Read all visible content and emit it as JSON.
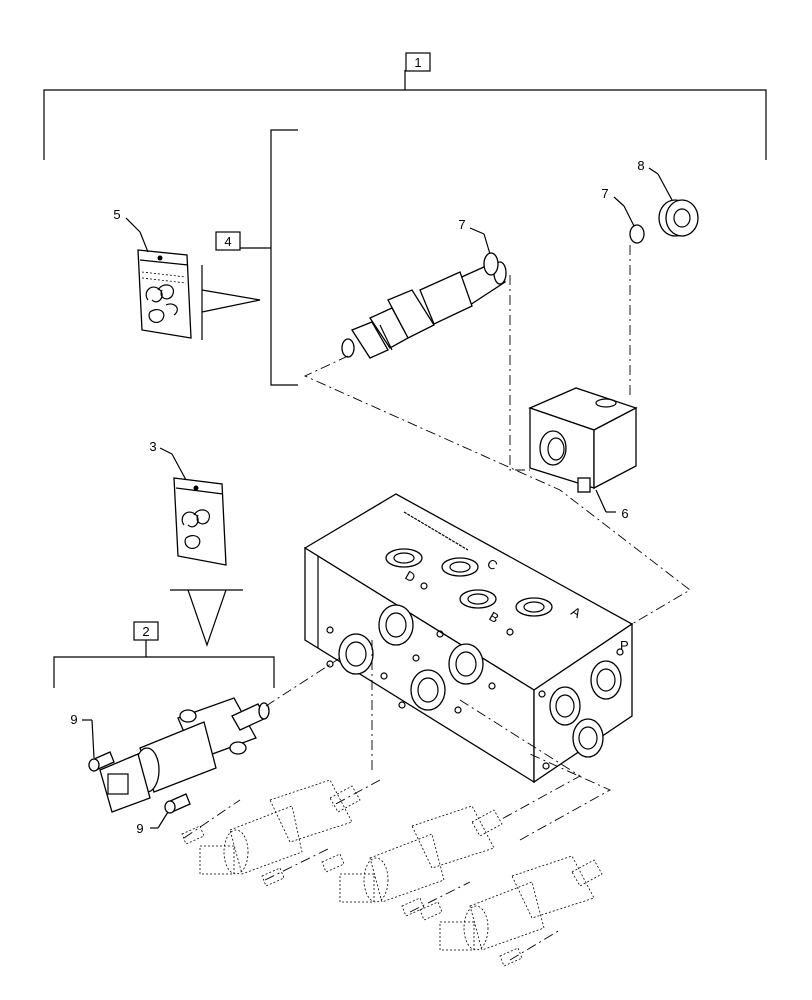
{
  "callouts": {
    "c1": "1",
    "c2": "2",
    "c3": "3",
    "c4": "4",
    "c5": "5",
    "c6": "6",
    "c7a": "7",
    "c7b": "7",
    "c8": "8",
    "c9a": "9",
    "c9b": "9"
  },
  "block_port_letters": [
    "A",
    "B",
    "C",
    "D",
    "P"
  ]
}
